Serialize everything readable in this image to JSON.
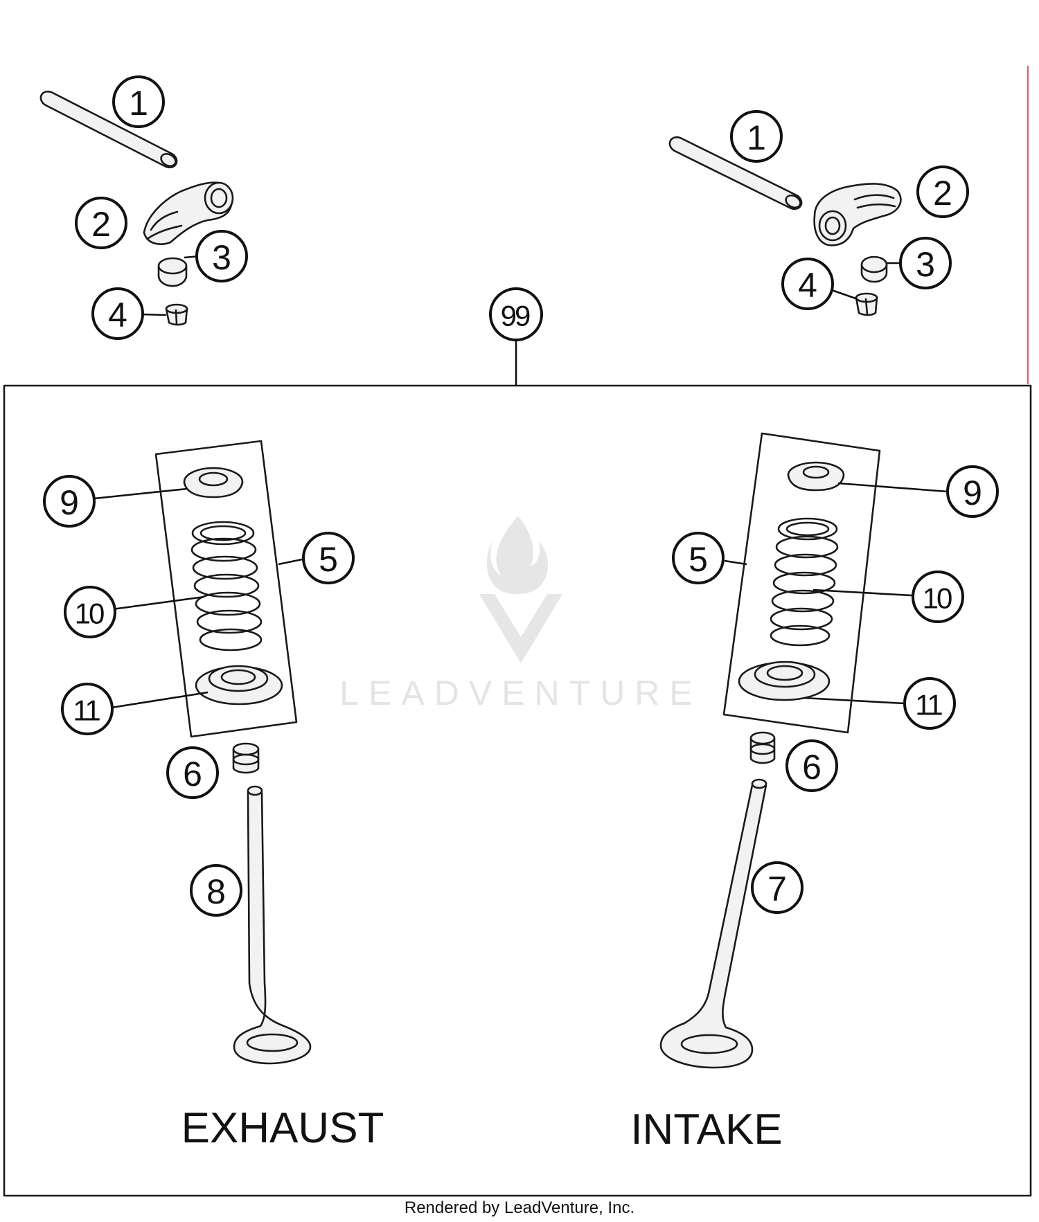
{
  "callouts": {
    "c1": "1",
    "c2": "2",
    "c3": "3",
    "c4": "4",
    "c5": "5",
    "c6": "6",
    "c7": "7",
    "c8": "8",
    "c9": "9",
    "c10": "10",
    "c11": "11",
    "c99": "99"
  },
  "labels": {
    "exhaust": "EXHAUST",
    "intake": "INTAKE"
  },
  "watermark": "LEADVENTURE",
  "footer": "Rendered by LeadVenture, Inc.",
  "colors": {
    "line": "#1a1a1a",
    "watermark": "#e4e4e4",
    "margin_line": "#e06060"
  }
}
